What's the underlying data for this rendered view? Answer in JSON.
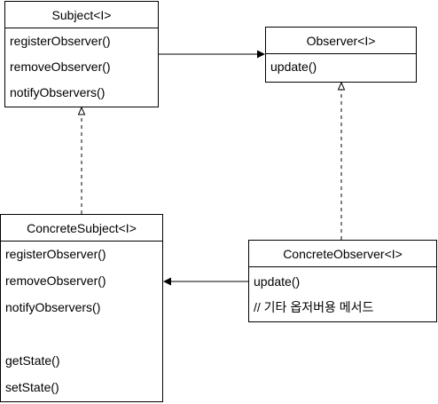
{
  "subject": {
    "title": "Subject<I>",
    "methods": [
      "registerObserver()",
      "removeObserver()",
      "notifyObservers()"
    ]
  },
  "observer": {
    "title": "Observer<I>",
    "methods": [
      "update()"
    ]
  },
  "concrete_subject": {
    "title": "ConcreteSubject<I>",
    "methods": [
      "registerObserver()",
      "removeObserver()",
      "notifyObservers()",
      "getState()",
      "setState()"
    ]
  },
  "concrete_observer": {
    "title": "ConcreteObserver<I>",
    "methods": [
      "update()",
      "// 기타 옵저버용 메서드"
    ]
  },
  "colors": {
    "stroke": "#000000",
    "background": "#ffffff"
  }
}
